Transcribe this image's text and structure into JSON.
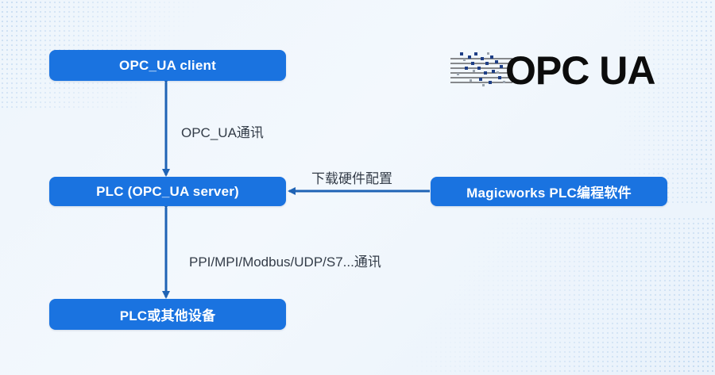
{
  "nodes": {
    "client": "OPC_UA client",
    "plc": "PLC (OPC_UA server)",
    "other": "PLC或其他设备",
    "magicworks": "Magicworks PLC编程软件"
  },
  "edges": {
    "client_plc": "OPC_UA通讯",
    "magicworks_plc": "下载硬件配置",
    "plc_other": "PPI/MPI/Modbus/UDP/S7...通讯"
  },
  "logo": {
    "text": "OPC UA"
  },
  "colors": {
    "box": "#1a73e0",
    "arrow": "#1f63b5",
    "text": "#333c48"
  }
}
